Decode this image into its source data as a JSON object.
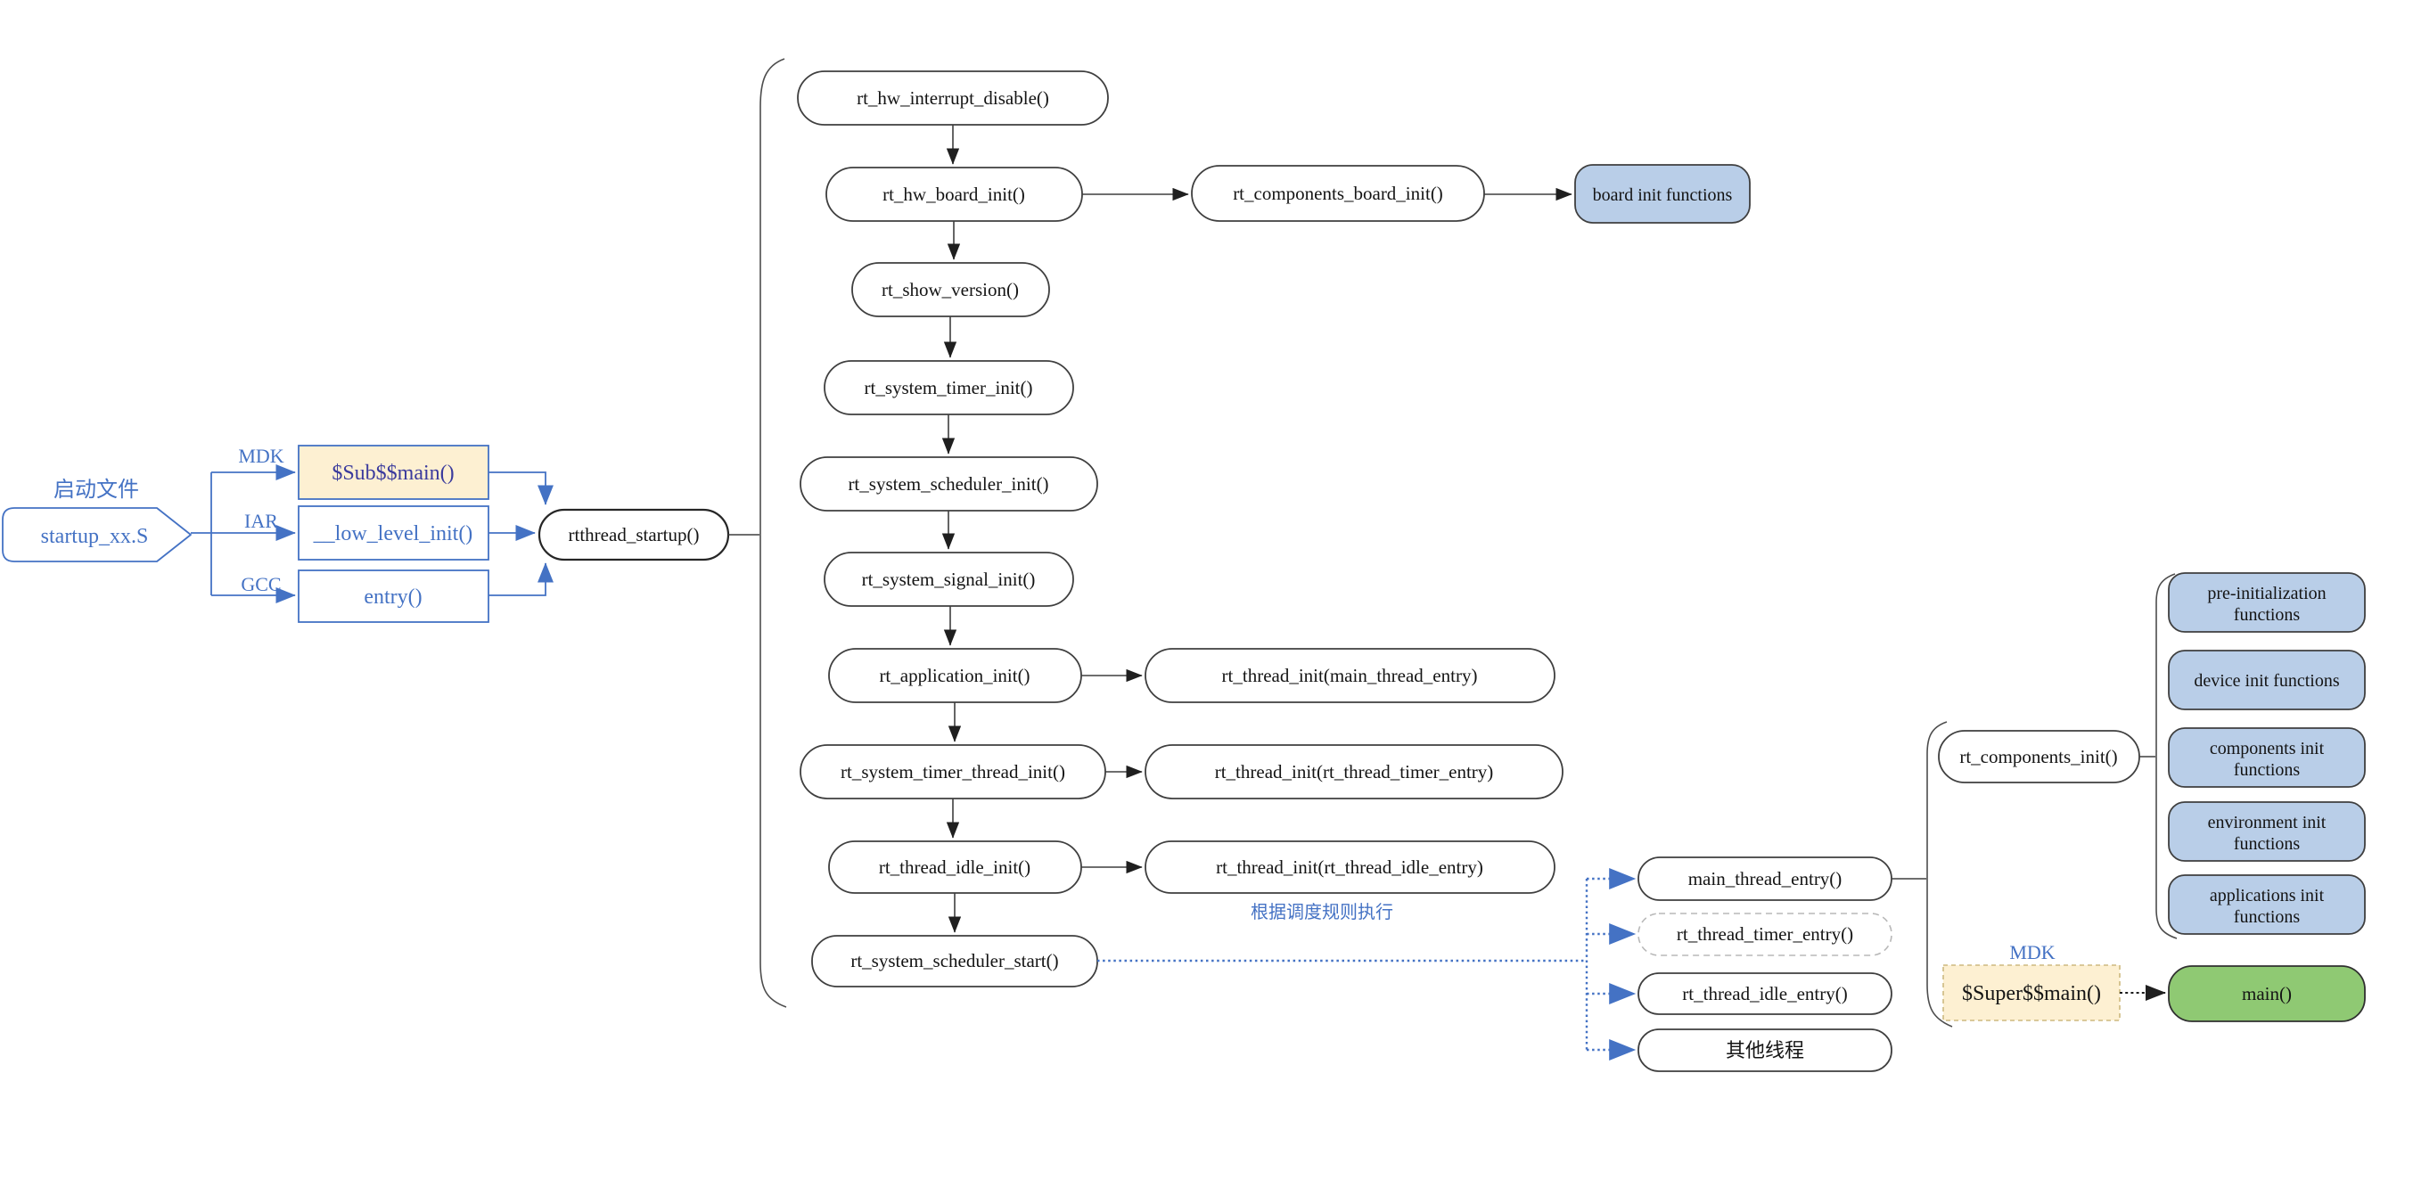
{
  "colors": {
    "accent_blue": "#4472c4",
    "box_blue_fill": "#b9cee8",
    "box_green_fill": "#8fc973",
    "box_cream_fill": "#fdf0d2"
  },
  "startup_cluster": {
    "caption": "启动文件",
    "file_node": "startup_xx.S",
    "branches": [
      {
        "toolchain": "MDK",
        "function": "$Sub$$main()"
      },
      {
        "toolchain": "IAR",
        "function": "__low_level_init()"
      },
      {
        "toolchain": "GCC",
        "function": "entry()"
      }
    ],
    "entry_node": "rtthread_startup()"
  },
  "startup_sequence": {
    "steps": [
      "rt_hw_interrupt_disable()",
      "rt_hw_board_init()",
      "rt_show_version()",
      "rt_system_timer_init()",
      "rt_system_scheduler_init()",
      "rt_system_signal_init()",
      "rt_application_init()",
      "rt_system_timer_thread_init()",
      "rt_thread_idle_init()",
      "rt_system_scheduler_start()"
    ],
    "board_branch": {
      "node": "rt_components_board_init()",
      "target": "board init functions"
    },
    "thread_inits": [
      "rt_thread_init(main_thread_entry)",
      "rt_thread_init(rt_thread_timer_entry)",
      "rt_thread_init(rt_thread_idle_entry)"
    ]
  },
  "scheduler": {
    "note": "根据调度规则执行",
    "threads": [
      "main_thread_entry()",
      "rt_thread_timer_entry()",
      "rt_thread_idle_entry()",
      "其他线程"
    ]
  },
  "main_thread": {
    "components_init": "rt_components_init()",
    "init_groups": [
      {
        "line1": "pre-initialization",
        "line2": "functions"
      },
      {
        "line1": "device init functions",
        "line2": ""
      },
      {
        "line1": "components init",
        "line2": "functions"
      },
      {
        "line1": "environment init",
        "line2": "functions"
      },
      {
        "line1": "applications init",
        "line2": "functions"
      }
    ],
    "mdk_label": "MDK",
    "super_main": "$Super$$main()",
    "main_fn": "main()"
  }
}
